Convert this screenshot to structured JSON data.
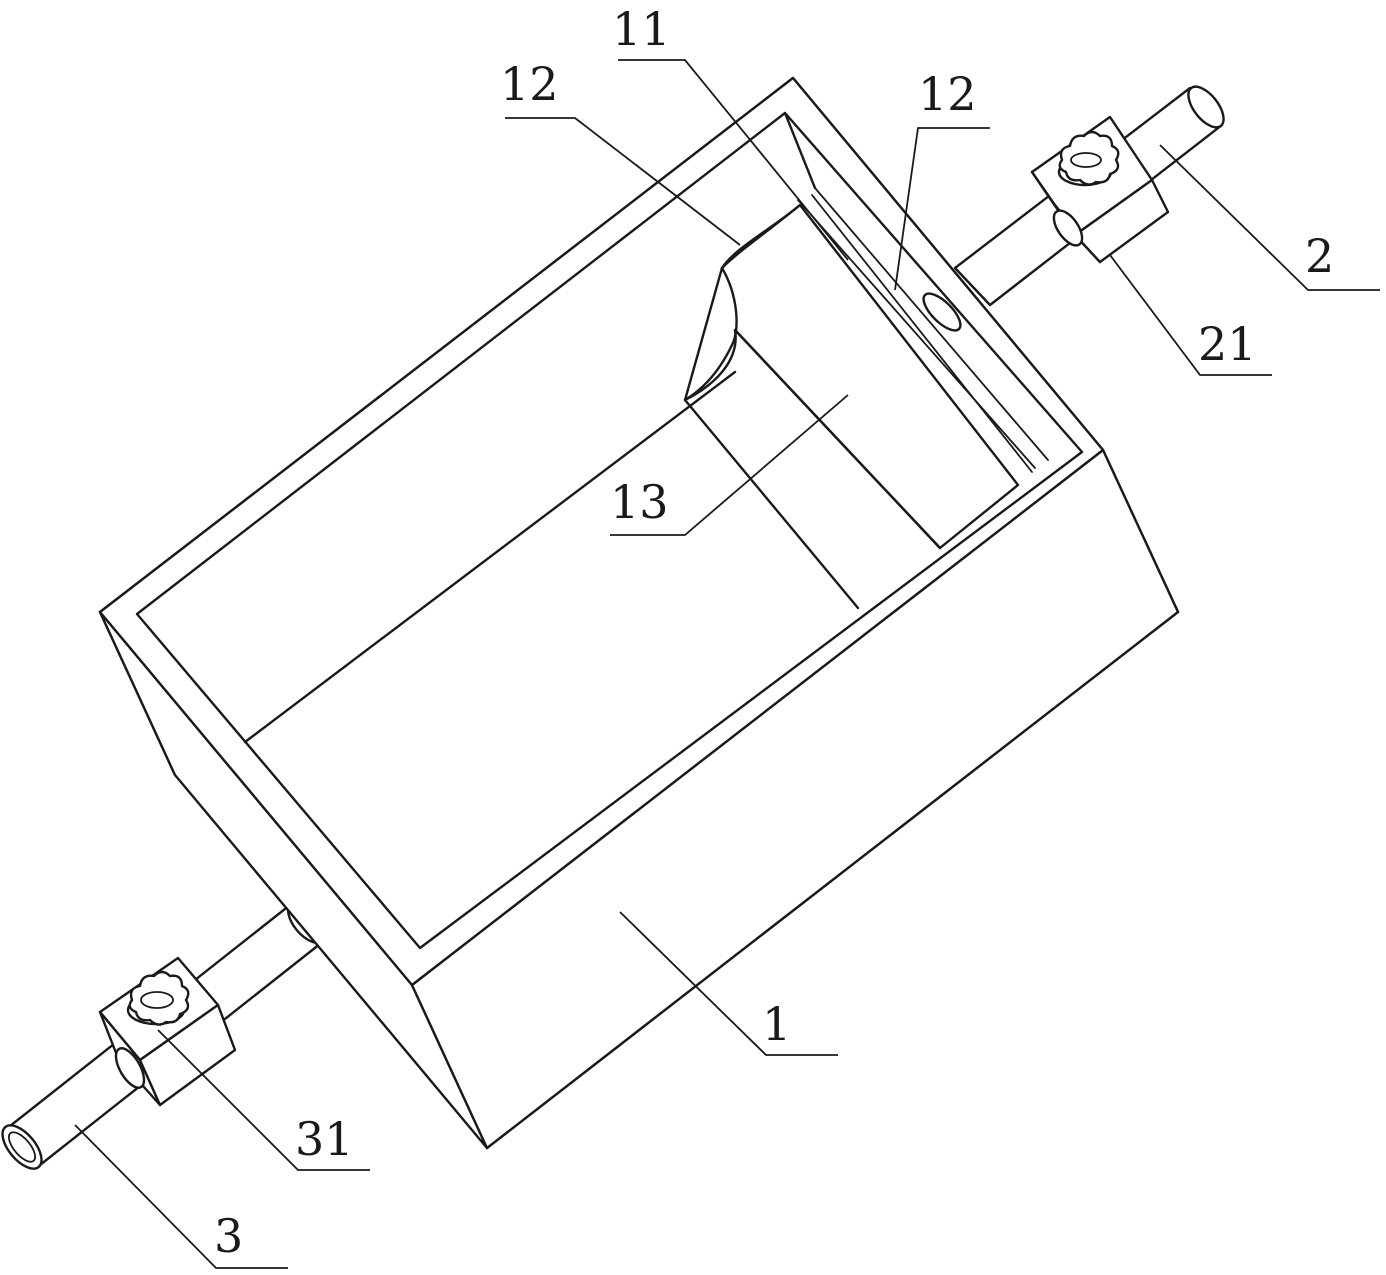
{
  "labels": {
    "housing": "1",
    "top_rail": "11",
    "side_plate_left": "12",
    "side_plate_right": "12",
    "slider": "13",
    "rod_right": "2",
    "clamp_right": "21",
    "rod_left": "3",
    "clamp_left": "31"
  },
  "colors": {
    "stroke": "#1a1a1a",
    "background": "#ffffff"
  }
}
